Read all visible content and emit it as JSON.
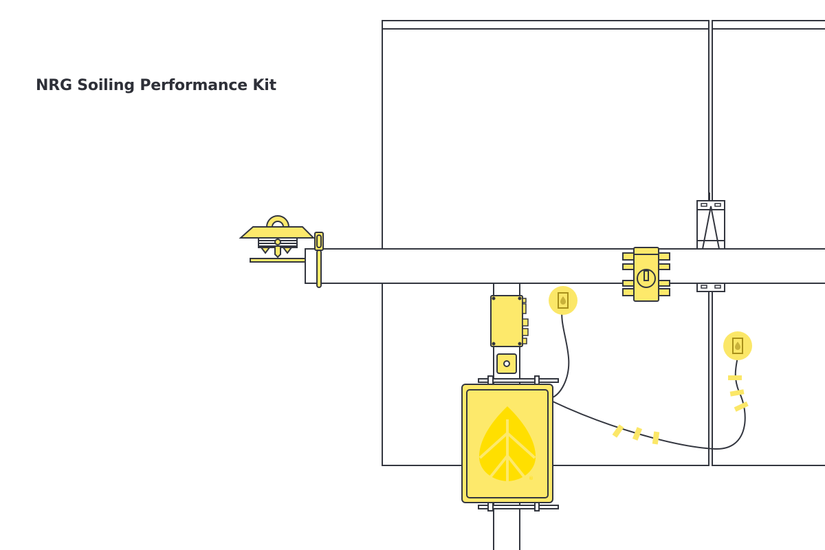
{
  "title": "NRG Soiling Performance Kit",
  "colors": {
    "outline": "#33363f",
    "yellow": "#fde96b",
    "yellow_bright": "#ffdf00",
    "yellow_glow": "#fbe768",
    "tape": "#fbe768",
    "background": "#ffffff"
  },
  "components": [
    {
      "id": "pyranometer",
      "label": "pyranometer-with-shield"
    },
    {
      "id": "temperature-sensor",
      "label": "temperature-probe"
    },
    {
      "id": "clamp-sensor",
      "label": "soiling-sensor-clamp"
    },
    {
      "id": "junction-box",
      "label": "data-logger-junction-box"
    },
    {
      "id": "logger-enclosure",
      "label": "nrg-enclosure"
    },
    {
      "id": "back-sensor-1",
      "label": "panel-back-sensor"
    },
    {
      "id": "back-sensor-2",
      "label": "panel-back-sensor"
    }
  ],
  "logo": {
    "registered_mark": "®"
  }
}
